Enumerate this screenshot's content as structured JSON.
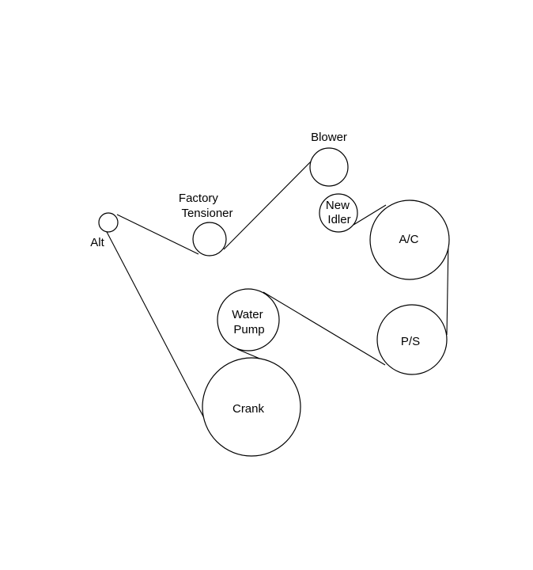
{
  "diagram": {
    "pulleys": {
      "alt": {
        "label_lines": [
          "Alt"
        ]
      },
      "tensioner": {
        "label_lines": [
          "Factory",
          "Tensioner"
        ]
      },
      "blower": {
        "label_lines": [
          "Blower"
        ]
      },
      "idler": {
        "label_lines": [
          "New",
          "Idler"
        ]
      },
      "ac": {
        "label_lines": [
          "A/C"
        ]
      },
      "ps": {
        "label_lines": [
          "P/S"
        ]
      },
      "water_pump": {
        "label_lines": [
          "Water",
          "Pump"
        ]
      },
      "crank": {
        "label_lines": [
          "Crank"
        ]
      }
    },
    "colors": {
      "line": "#000000",
      "background": "#ffffff"
    }
  }
}
